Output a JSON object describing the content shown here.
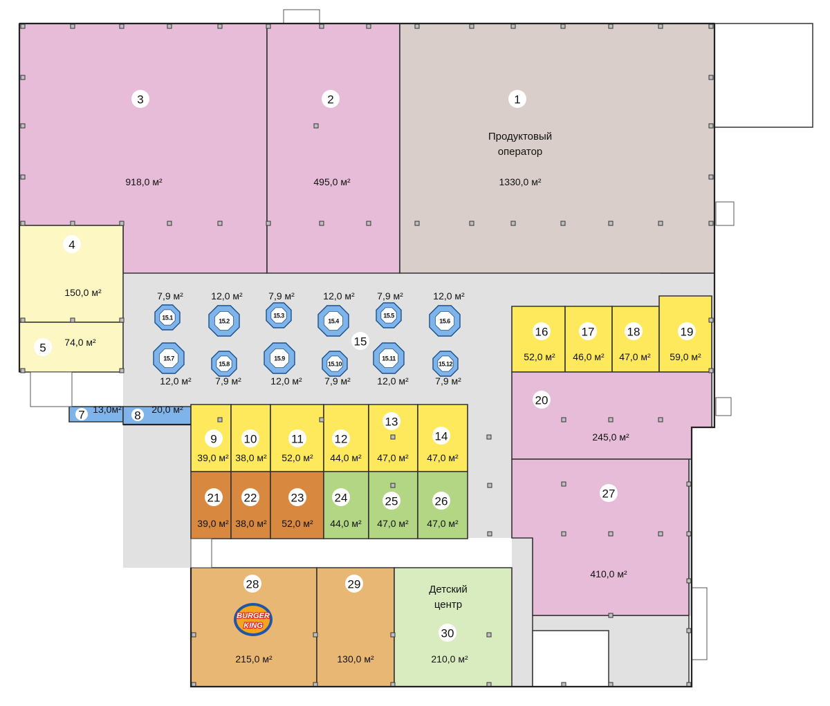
{
  "units": [
    {
      "id": "3",
      "area": "918,0 м²"
    },
    {
      "id": "2",
      "area": "495,0 м²"
    },
    {
      "id": "1",
      "area": "1330,0 м²",
      "name_lines": [
        "Продуктовый",
        "оператор"
      ]
    },
    {
      "id": "4",
      "area": "150,0 м²"
    },
    {
      "id": "5",
      "area": "74,0 м²"
    },
    {
      "id": "7",
      "area": "13,0м²"
    },
    {
      "id": "8",
      "area": "20,0 м²"
    },
    {
      "id": "9",
      "area": "39,0 м²"
    },
    {
      "id": "10",
      "area": "38,0 м²"
    },
    {
      "id": "11",
      "area": "52,0 м²"
    },
    {
      "id": "12",
      "area": "44,0 м²"
    },
    {
      "id": "13",
      "area": "47,0 м²"
    },
    {
      "id": "14",
      "area": "47,0 м²"
    },
    {
      "id": "15"
    },
    {
      "id": "16",
      "area": "52,0 м²"
    },
    {
      "id": "17",
      "area": "46,0 м²"
    },
    {
      "id": "18",
      "area": "47,0 м²"
    },
    {
      "id": "19",
      "area": "59,0 м²"
    },
    {
      "id": "20",
      "area": "245,0 м²"
    },
    {
      "id": "21",
      "area": "39,0 м²"
    },
    {
      "id": "22",
      "area": "38,0 м²"
    },
    {
      "id": "23",
      "area": "52,0 м²"
    },
    {
      "id": "24",
      "area": "44,0 м²"
    },
    {
      "id": "25",
      "area": "47,0 м²"
    },
    {
      "id": "26",
      "area": "47,0 м²"
    },
    {
      "id": "27",
      "area": "410,0 м²"
    },
    {
      "id": "28",
      "area": "215,0 м²",
      "logo": "burger-king-logo"
    },
    {
      "id": "29",
      "area": "130,0 м²"
    },
    {
      "id": "30",
      "area": "210,0 м²",
      "name_lines": [
        "Детский",
        "центр"
      ]
    }
  ],
  "kiosks": [
    {
      "id": "15.1",
      "area": "7,9 м²"
    },
    {
      "id": "15.2",
      "area": "12,0 м²"
    },
    {
      "id": "15.3",
      "area": "7,9 м²"
    },
    {
      "id": "15.4",
      "area": "12,0 м²"
    },
    {
      "id": "15.5",
      "area": "7,9 м²"
    },
    {
      "id": "15.6",
      "area": "12,0 м²"
    },
    {
      "id": "15.7",
      "area": "12,0 м²"
    },
    {
      "id": "15.8",
      "area": "7,9 м²"
    },
    {
      "id": "15.9",
      "area": "12,0 м²"
    },
    {
      "id": "15.10",
      "area": "7,9 м²"
    },
    {
      "id": "15.11",
      "area": "12,0 м²"
    },
    {
      "id": "15.12",
      "area": "7,9 м²"
    }
  ],
  "logo_text": [
    "BURGER",
    "KING"
  ],
  "colors": {
    "pink": "#e6bcd8",
    "beige": "#d9cec9",
    "light_yellow": "#fdf7c4",
    "yellow": "#fde95b",
    "orange_brown": "#d8893f",
    "green": "#b2d683",
    "tan": "#e9b774",
    "light_green": "#d9ecc0",
    "kiosk_blue": "#7fb4ea",
    "corridor_grey": "#e1e1e1",
    "outline": "#333333"
  }
}
